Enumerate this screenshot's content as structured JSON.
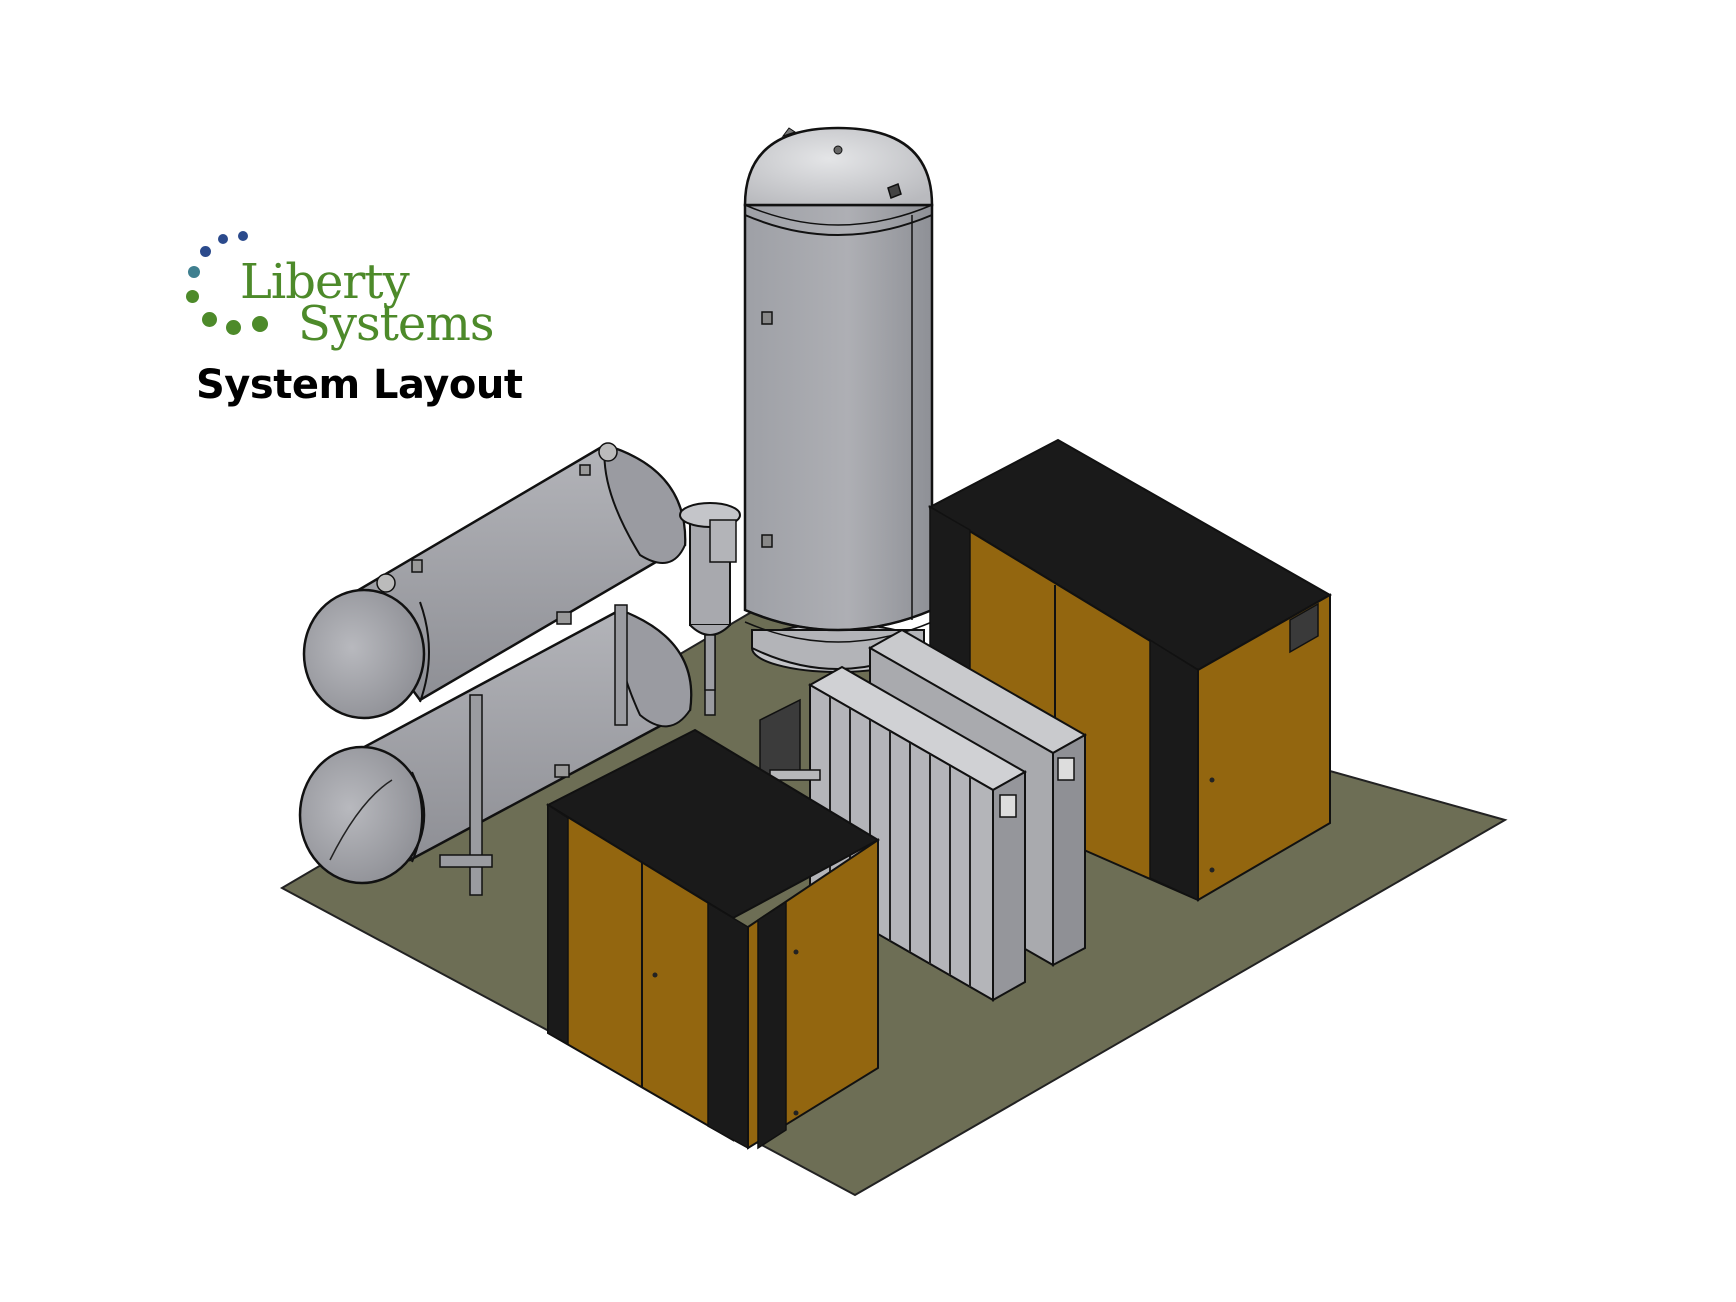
{
  "logo": {
    "line1": "Liberty",
    "line2": "Systems",
    "colors": {
      "green": "#4d8a2a",
      "blue": "#2b4a8c",
      "teal": "#3f7f8f"
    }
  },
  "title": "System Layout",
  "colors": {
    "floor": "#6d6e55",
    "cabinet_orange": "#93660f",
    "cabinet_black": "#1a1a1a",
    "tank_gray": "#a6a7ad",
    "tank_light": "#d4d5d8",
    "outline": "#111111"
  },
  "components": {
    "vertical_tank": "vertical-air-receiver",
    "horizontal_tank_upper": "horizontal-air-receiver",
    "horizontal_tank_lower": "horizontal-air-receiver",
    "filter": "inline-filter",
    "compressor_front": "compressor-cabinet",
    "compressor_rear": "compressor-cabinet",
    "dryer": "desiccant-dryer-bank"
  }
}
